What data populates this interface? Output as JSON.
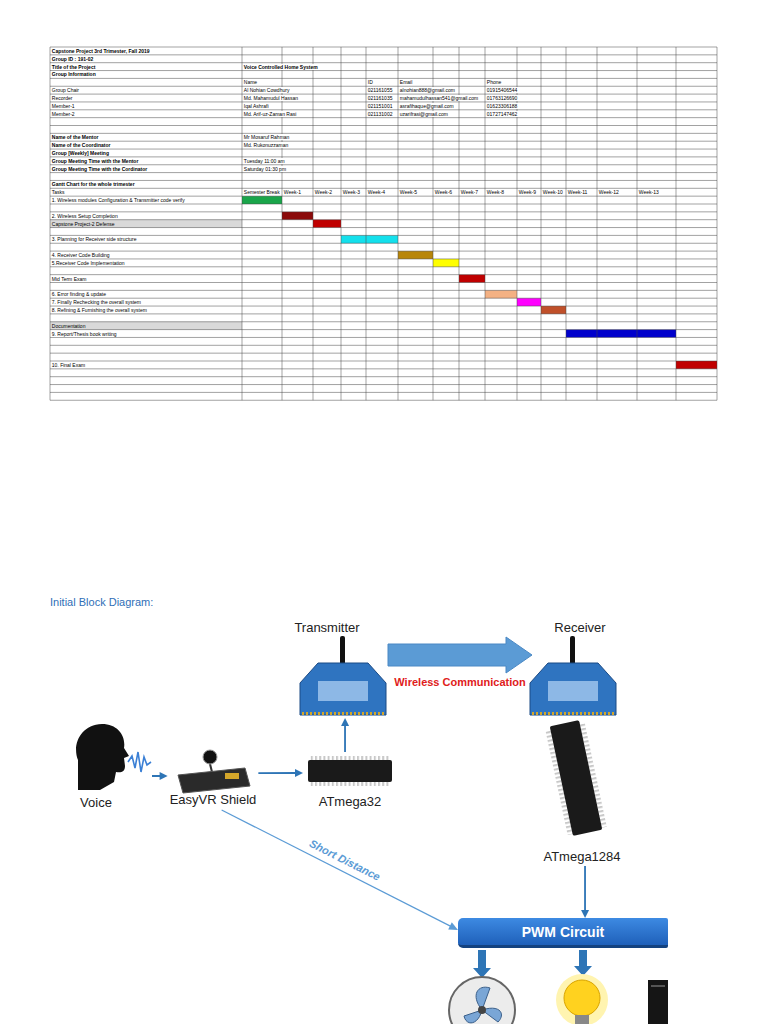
{
  "diagram": {
    "title": "Initial Block Diagram:",
    "nodes": [
      {
        "text": [
          "Transmitter"
        ]
      },
      {
        "text": [
          "Receiver"
        ]
      },
      {
        "text": [
          "Voice"
        ]
      },
      {
        "text": [
          "EasyVR Shield"
        ]
      },
      {
        "text": [
          "ATmega32"
        ]
      },
      {
        "text": [
          "ATmega1284"
        ]
      },
      {
        "text": [
          "PWM Circuit"
        ]
      }
    ],
    "edges": [
      {
        "from": 2,
        "to": 3,
        "arrow": "to"
      },
      {
        "from": 3,
        "to": 4,
        "arrow": "to"
      },
      {
        "from": 4,
        "to": 0,
        "arrow": "to"
      },
      {
        "from": 0,
        "to": 1,
        "label": "Wireless Communication",
        "arrow": "to"
      },
      {
        "from": 5,
        "to": 6,
        "arrow": "to"
      },
      {
        "from": 3,
        "to": 6,
        "label": "Short Distance",
        "arrow": "to"
      }
    ],
    "labels": [
      "Capstone Project 3rd Trimester, Fall 2019",
      "Group ID : 191-02",
      "Title of the Project",
      "Voice Controlled Home System",
      "Group Information",
      "Name",
      "ID",
      "Email",
      "Phone",
      "Group Chair",
      "Al Nohian Cowdhury",
      "021161055",
      "alnohian888@gmail.com",
      "01915406544",
      "Recorder",
      "Md. Mahamudul Hassan",
      "021161035",
      "mahamudulhassan541@gmail.com",
      "01763126690",
      "Member-1",
      "Iqal Ashrafi",
      "021151001",
      "asrafihaque@gmail.com",
      "01623306188",
      "Member-2",
      "Md. Arif-uz-Zaman Rasi",
      "021131002",
      "uzarifrasi@gmail.com",
      "01727147462",
      "Name of the Mentor",
      "Mr Mosaruf Rahman",
      "Name of the Coordinator",
      "Md. Rukonuzzaman",
      "Group [Weekly] Meeting",
      "Group Meeting Time with the Mentor",
      "Tuesday  11:00 am",
      "Group Meeting Time with the Cordinator",
      "Saturday  01:30 pm",
      "Gantt Chart for the whole trimester",
      "Tasks",
      "Semester Break",
      "Week-1",
      "Week-2",
      "Week-3",
      "Week-4",
      "Week-5",
      "Week-6",
      "Week-7",
      "Week-8",
      "Week-9",
      "Week-10",
      "Week-11",
      "Week-12",
      "Week-13",
      "1. Wireless modules Configuration & Transmitter code verify",
      "2. Wireless Setup Completion",
      "Capstone Project-2 Defense",
      "3. Planning for Receiver side structure",
      "4. Receiver Code Building",
      "5.Receiver Code Implementation",
      "Mid Term Exam",
      "6. Error finding & update",
      "7. Finally Rechecking the overall system",
      "8. Refining & Furnishing the overall system",
      "Documentation",
      "9. Report/Thesis book writing",
      "10. Final Exam"
    ]
  }
}
